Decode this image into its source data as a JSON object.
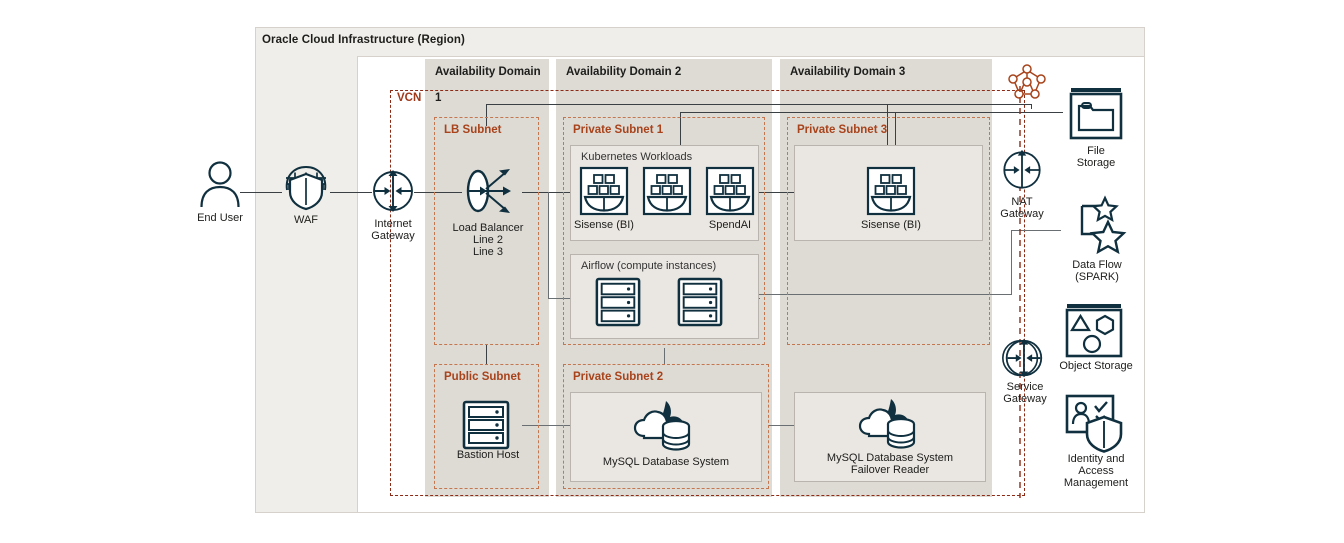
{
  "region": {
    "title": "Oracle Cloud Infrastructure (Region)"
  },
  "vcn": {
    "label": "VCN"
  },
  "availability_domains": [
    {
      "label": "Availability Domain 1"
    },
    {
      "label": "Availability Domain 2"
    },
    {
      "label": "Availability Domain 3"
    }
  ],
  "subnets": {
    "lb": "LB Subnet",
    "public": "Public Subnet",
    "private1": "Private Subnet 1",
    "private2": "Private Subnet 2",
    "private3": "Private Subnet 3"
  },
  "groups": {
    "kubernetes": "Kubernetes Workloads",
    "airflow": "Airflow (compute instances)"
  },
  "external": {
    "end_user": "End User",
    "waf": "WAF",
    "internet_gateway": "Internet\nGateway"
  },
  "nodes": {
    "end_user": "End User",
    "waf": "WAF",
    "internet_gateway_line1": "Internet",
    "internet_gateway_line2": "Gateway",
    "load_balancer_line1": "Load Balancer",
    "load_balancer_line2": "Line 2",
    "load_balancer_line3": "Line 3",
    "sisense_ad2": "Sisense (BI)",
    "spendai": "SpendAI",
    "sisense_ad3": "Sisense (BI)",
    "bastion_host": "Bastion Host",
    "mysql_primary": "MySQL Database System",
    "mysql_failover_line1": "MySQL Database System",
    "mysql_failover_line2": "Failover Reader"
  },
  "services": {
    "file_storage_line1": "File",
    "file_storage_line2": "Storage",
    "nat_gateway_line1": "NAT",
    "nat_gateway_line2": "Gateway",
    "data_flow_line1": "Data Flow",
    "data_flow_line2": "(SPARK)",
    "object_storage": "Object Storage",
    "service_gateway_line1": "Service",
    "service_gateway_line2": "Gateway",
    "iam_line1": "Identity and",
    "iam_line2": "Access",
    "iam_line3": "Management"
  },
  "colors": {
    "ink": "#10303f",
    "vcn_red": "#8c2a15",
    "subnet_red": "#a8431b",
    "region_bg": "#f0eeea",
    "ad_bg": "#dedbd5",
    "group_bg": "#eae7e2",
    "connector": "#3b4045"
  }
}
